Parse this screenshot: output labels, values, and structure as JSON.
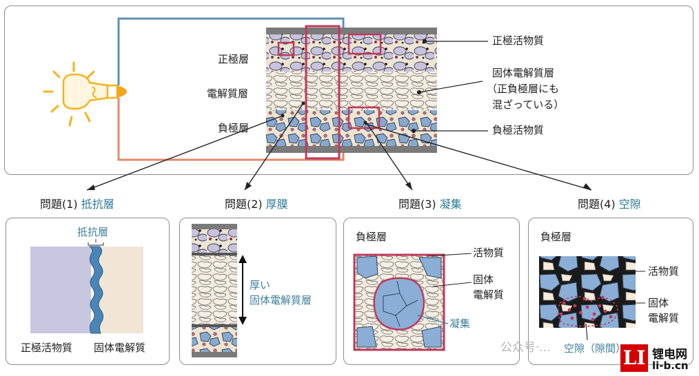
{
  "top": {
    "label_positive_layer": "正極層",
    "label_electrolyte_layer": "電解質層",
    "label_negative_layer": "負極層",
    "label_positive_active": "正極活物質",
    "label_solid_electrolyte_1": "固体電解質層",
    "label_solid_electrolyte_2": "（正負極層にも",
    "label_solid_electrolyte_3": "混ざっている）",
    "label_negative_active": "負極活物質"
  },
  "problems": [
    {
      "prefix": "問題(1)",
      "name": "抵抗層"
    },
    {
      "prefix": "問題(2)",
      "name": "厚膜"
    },
    {
      "prefix": "問題(3)",
      "name": "凝集"
    },
    {
      "prefix": "問題(4)",
      "name": "空隙"
    }
  ],
  "panel1": {
    "resist": "抵抗層",
    "left": "正極活物質",
    "right": "固体電解質"
  },
  "panel2": {
    "line1": "厚い",
    "line2": "固体電解質層"
  },
  "panel3": {
    "title": "負極層",
    "active": "活物質",
    "solid1": "固体",
    "solid2": "電解質",
    "agg": "凝集"
  },
  "panel4": {
    "title": "負極層",
    "active": "活物質",
    "solid1": "固体",
    "solid2": "電解質",
    "void": "空隙（隙間）"
  },
  "watermark": "公众号·...",
  "logo": {
    "mark": "LI",
    "cn": "锂电网",
    "url": "li-b.cn"
  },
  "colors": {
    "blue": "#7fa7d0",
    "lavender": "#c9c6e0",
    "beige": "#efe6d4",
    "crimson": "#c0395a",
    "teal": "#2e7a96"
  }
}
